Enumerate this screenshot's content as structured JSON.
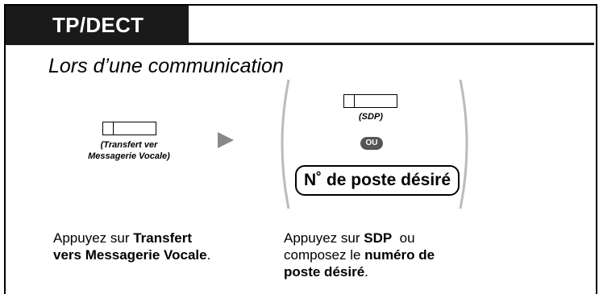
{
  "header": {
    "title": "TP/DECT"
  },
  "subtitle": "Lors d’une communication",
  "step1": {
    "caption_line1": "(Transfert ver",
    "caption_line2": "Messagerie Vocale)",
    "desc": {
      "t1": "Appuyez sur ",
      "b1": "Transfert",
      "b2": "vers Messagerie Vocale",
      "t2": "."
    }
  },
  "step2": {
    "key_caption": "(SDP)",
    "or_badge": "OU",
    "poste_button": "N˚ de poste désiré",
    "desc": {
      "t1": "Appuyez sur ",
      "b1": "SDP",
      "t2": "  ou",
      "t3": "composez le ",
      "b2": "numéro de",
      "b3": "poste désiré",
      "t4": "."
    }
  },
  "icons": [
    "flexible-key-icon",
    "arrow-right-icon",
    "left-parenthesis-icon",
    "right-parenthesis-icon"
  ]
}
